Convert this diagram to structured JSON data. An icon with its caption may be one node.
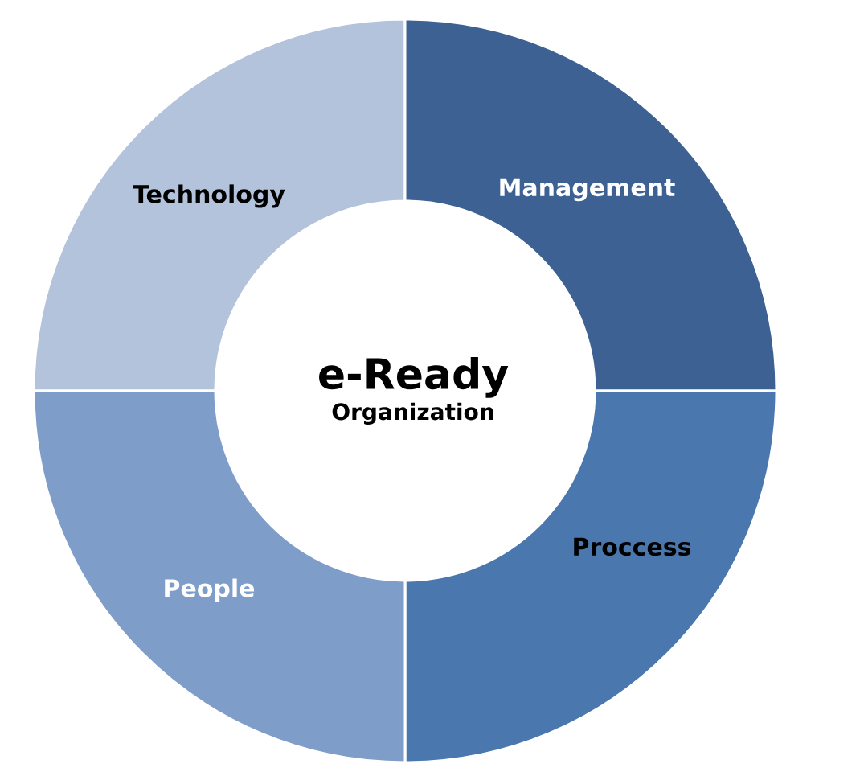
{
  "diagram": {
    "nodes": [
      {
        "text": [
          "Technology"
        ]
      },
      {
        "text": [
          "Management"
        ]
      },
      {
        "text": [
          "e-Ready",
          "Organization"
        ]
      },
      {
        "text": [
          "Proccess"
        ]
      },
      {
        "text": [
          "People"
        ]
      }
    ]
  }
}
